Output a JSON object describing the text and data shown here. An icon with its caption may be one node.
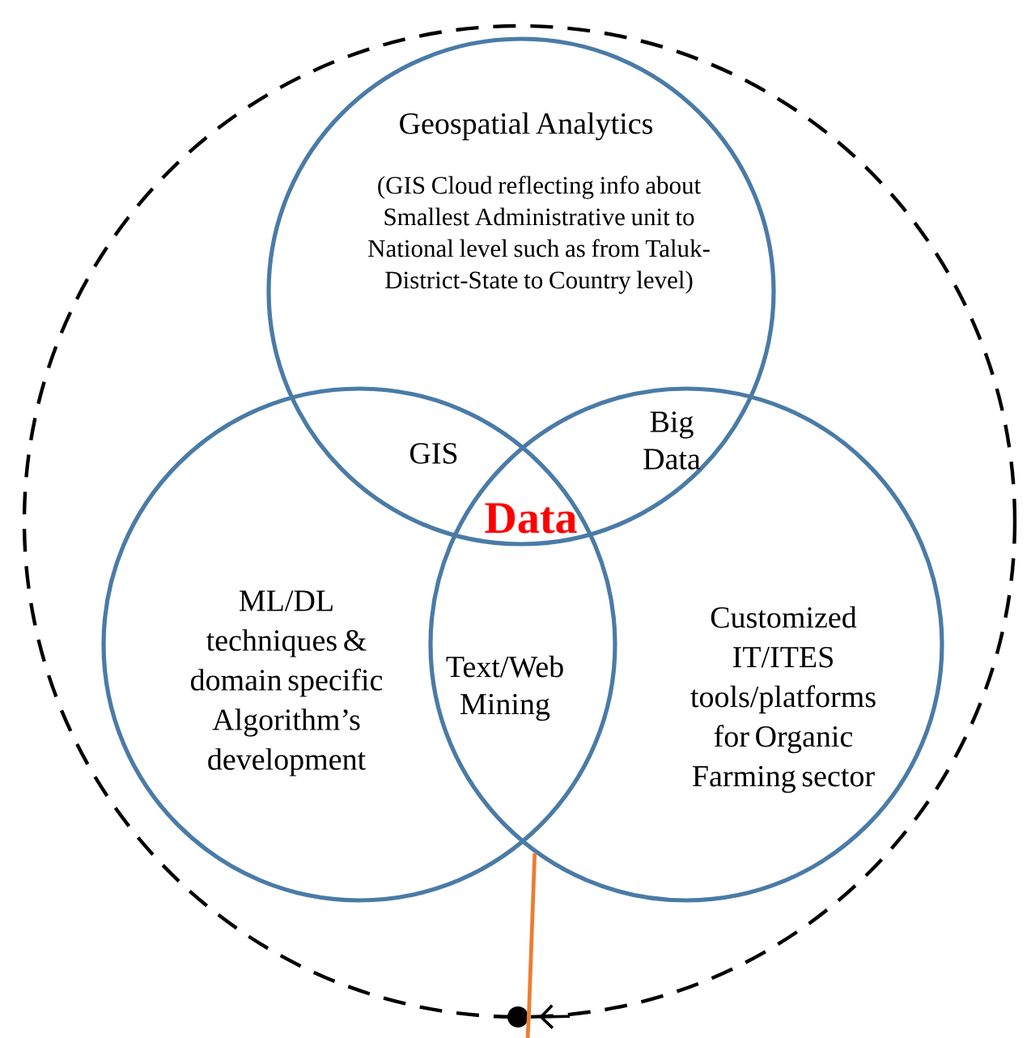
{
  "diagram": {
    "nodes": [
      {
        "text": [],
        "shape": "circle"
      },
      {
        "text": [
          "Geospatial Analytics",
          "(GIS Cloud reflecting info about Smallest Administrative unit to National level such as from Taluk-District-State to Country level)"
        ],
        "in": 0
      },
      {
        "text": [
          "ML/DL techniques & domain specific Algorithm’s development"
        ],
        "in": 0
      },
      {
        "text": [
          "Customized IT/ITES tools/platforms for Organic Farming sector"
        ],
        "in": 0
      },
      {
        "text": [],
        "shape": "circle"
      }
    ],
    "edges": [
      {
        "from": 3,
        "to": 4,
        "arrow": "none",
        "color": "#ed7d31"
      }
    ],
    "labels": [
      "GIS",
      "Big Data",
      "Data",
      "Text/Web Mining"
    ]
  }
}
